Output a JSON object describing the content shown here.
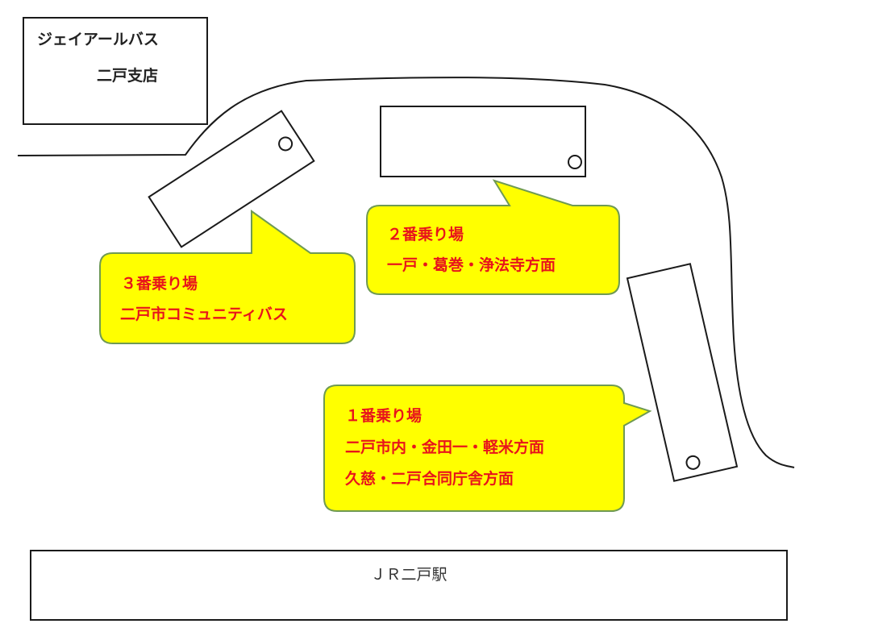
{
  "branch_office": {
    "line1": "ジェイアールバス",
    "line2": "二戸支店"
  },
  "platforms": [
    {
      "title": "３番乗り場",
      "destinations": [
        "二戸市コミュニティバス"
      ]
    },
    {
      "title": "２番乗り場",
      "destinations": [
        "一戸・葛巻・浄法寺方面"
      ]
    },
    {
      "title": "１番乗り場",
      "destinations": [
        "二戸市内・金田一・軽米方面",
        "久慈・二戸合同庁舎方面"
      ]
    }
  ],
  "station": {
    "label": "ＪＲ二戸駅"
  },
  "colors": {
    "callout_fill": "#ffff00",
    "callout_stroke": "#6f9a53",
    "label_red": "#e8141b",
    "line": "#1a1a1a"
  }
}
